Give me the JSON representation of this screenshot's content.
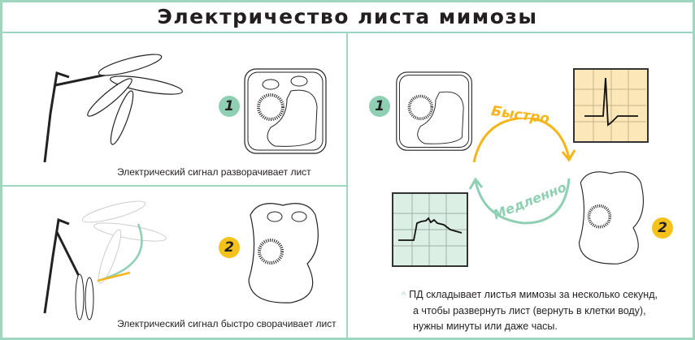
{
  "title": "Электричество листа мимозы",
  "panel_top_left": {
    "caption": "Электрический сигнал разворачивает лист",
    "badge": "1"
  },
  "panel_bottom_left": {
    "caption": "Электрический сигнал быстро сворачивает лист",
    "badge": "2"
  },
  "panel_right": {
    "badge_1": "1",
    "badge_2": "2",
    "fast_label": "Быстро",
    "slow_label": "Медленно",
    "note_lines": [
      "ПД складывает листья мимозы за несколько секунд,",
      "а чтобы развернуть лист (вернуть в клетки воду),",
      "нужны минуты или даже часы."
    ]
  },
  "colors": {
    "frame": "#9fd6c0",
    "fast": "#f5b51b",
    "slow": "#8fd0b4",
    "badge_1": "#8fd0b4",
    "badge_2": "#f5c21b",
    "fast_chart_bg": "#fbe7b8",
    "slow_chart_bg": "#dcefe5"
  }
}
